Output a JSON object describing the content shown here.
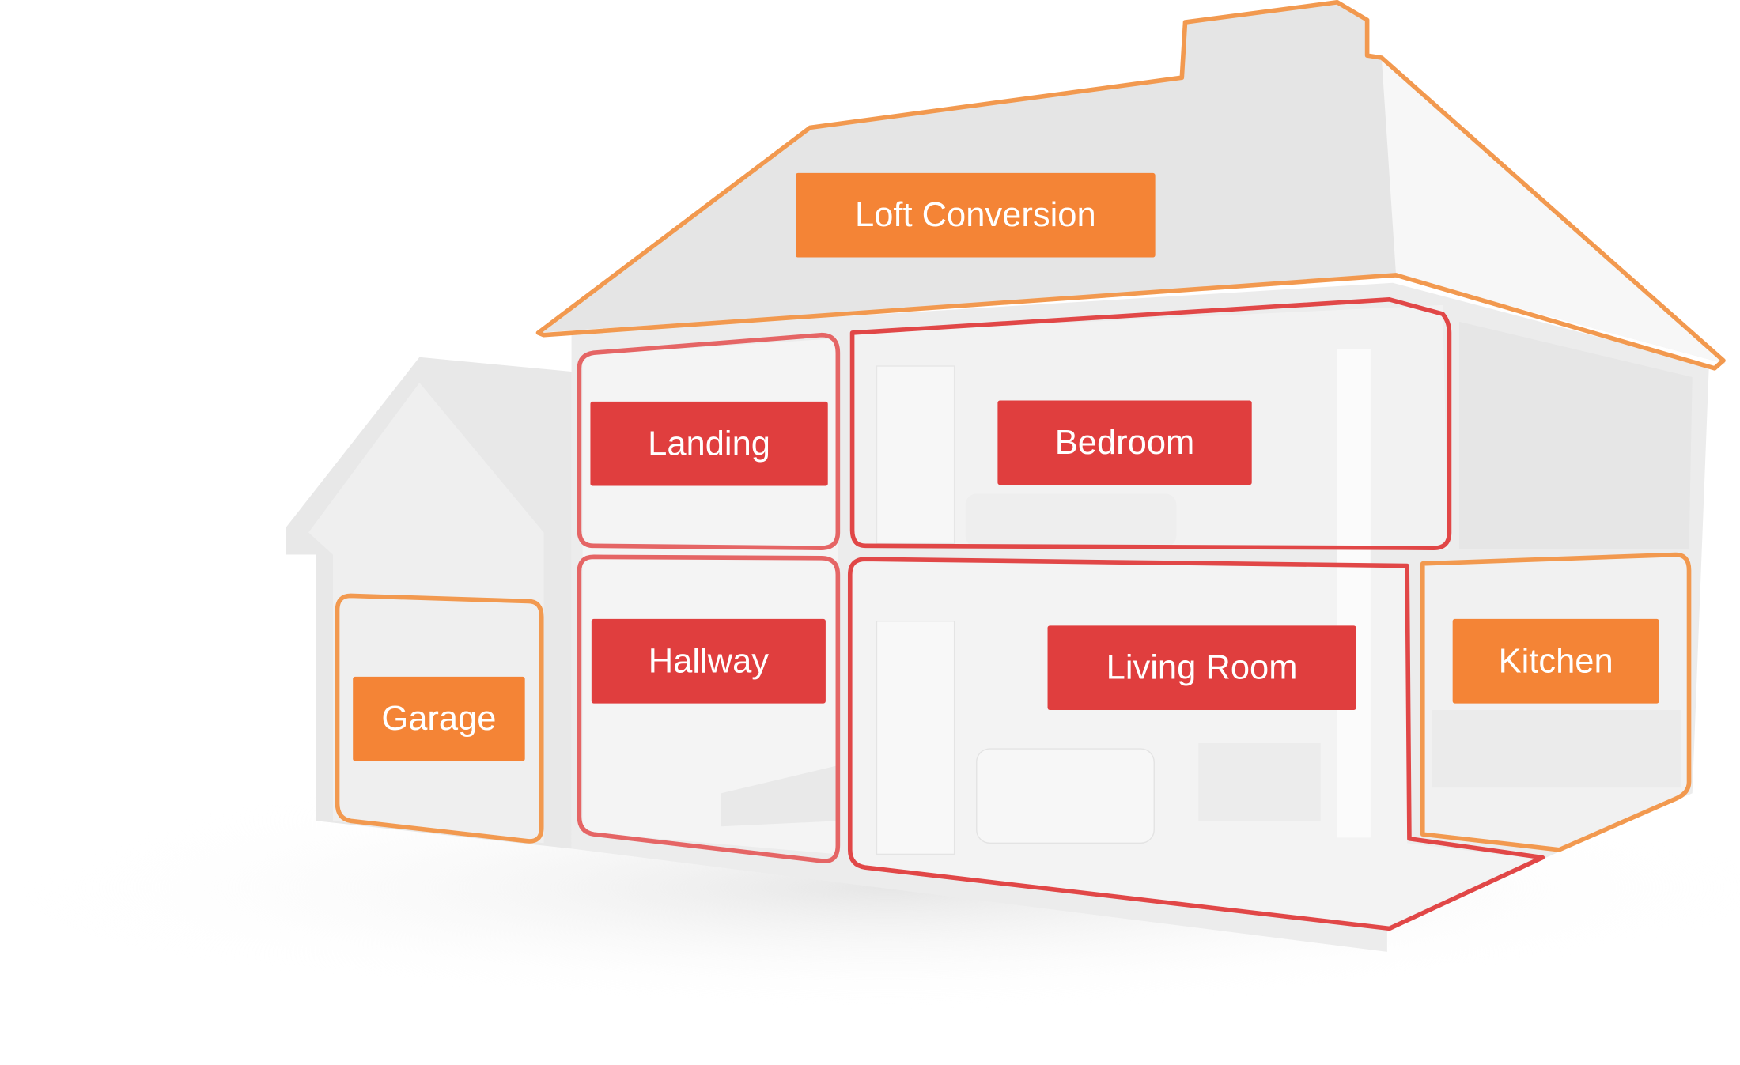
{
  "colors": {
    "orange": "#f48436",
    "red": "#e03e3e",
    "outline_orange": "#f2994f",
    "outline_red": "#e14747"
  },
  "rooms": {
    "loft": "Loft Conversion",
    "landing": "Landing",
    "bedroom": "Bedroom",
    "hallway": "Hallway",
    "living": "Living Room",
    "kitchen": "Kitchen",
    "garage": "Garage"
  }
}
